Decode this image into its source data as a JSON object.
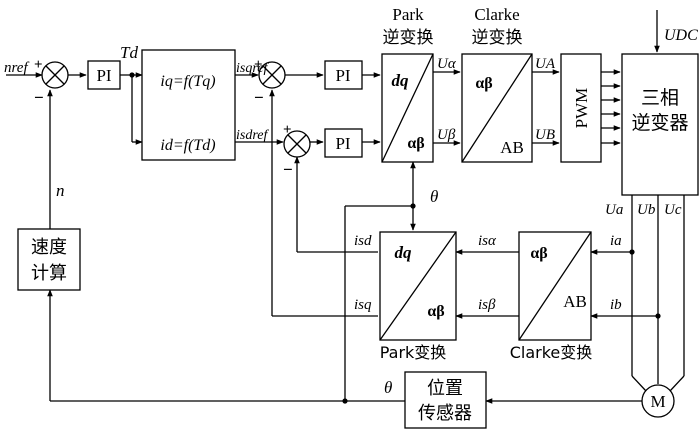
{
  "blocks": {
    "pi_speed": "PI",
    "pi_q": "PI",
    "pi_d": "PI",
    "iq_func": "iq=f(Tq)",
    "id_func": "id=f(Td)",
    "park_inv_top": "Park",
    "park_inv_bottom": "逆变换",
    "park_inv_dq": "dq",
    "park_inv_ab": "αβ",
    "clarke_inv_top": "Clarke",
    "clarke_inv_bottom": "逆变换",
    "clarke_inv_ab": "αβ",
    "clarke_inv_AB": "AB",
    "pwm": "PWM",
    "inverter_line1": "三相",
    "inverter_line2": "逆变器",
    "park": "Park变换",
    "park_dq": "dq",
    "park_ab": "αβ",
    "clarke": "Clarke变换",
    "clarke_ab": "αβ",
    "clarke_AB": "AB",
    "speed_calc_line1": "速度",
    "speed_calc_line2": "计算",
    "pos_sensor_line1": "位置",
    "pos_sensor_line2": "传感器",
    "motor": "M"
  },
  "signals": {
    "n_ref": "nref",
    "Td": "Td",
    "isqref": "isqref",
    "isdref": "isdref",
    "U_alpha": "Uα",
    "U_beta": "Uβ",
    "UA": "UA",
    "UB": "UB",
    "UDC": "UDC",
    "Ua": "Ua",
    "Ub": "Ub",
    "Uc": "Uc",
    "theta_top": "θ",
    "theta_bottom": "θ",
    "n": "n",
    "isd": "isd",
    "isq": "isq",
    "is_alpha": "isα",
    "is_beta": "isβ",
    "ia": "ia",
    "ib": "ib"
  },
  "signs": {
    "plus": "+",
    "minus": "−"
  }
}
